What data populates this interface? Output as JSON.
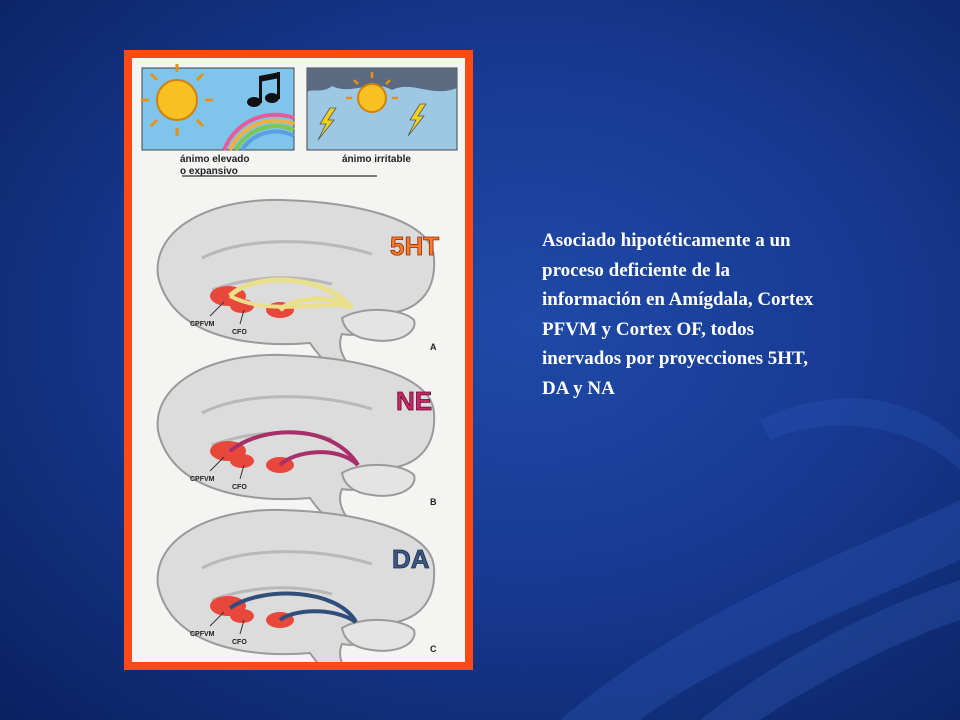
{
  "figure": {
    "panel_left_label": [
      "ánimo elevado",
      "o expansivo"
    ],
    "panel_right_label": "ánimo irritable",
    "brains": [
      {
        "neurotransmitter": "5HT",
        "letter": "A",
        "region_labels": [
          "CPFVM",
          "CFO"
        ],
        "color": "#eadf8a"
      },
      {
        "neurotransmitter": "NE",
        "letter": "B",
        "region_labels": [
          "CPFVM",
          "CFO"
        ],
        "color": "#a8306a"
      },
      {
        "neurotransmitter": "DA",
        "letter": "C",
        "region_labels": [
          "CPFVM",
          "CFO"
        ],
        "color": "#2f4f7a"
      }
    ],
    "colors": {
      "frame": "#ff4a16",
      "region_red": "#e8473c",
      "brain_fill": "#dcdcdc"
    }
  },
  "caption": {
    "lines": [
      "Asociado hipotéticamente  a un",
      "proceso deficiente de la",
      "información en Amígdala, Cortex",
      "PFVM y Cortex OF, todos",
      "inervados por proyecciones 5HT,",
      "DA y NA"
    ]
  }
}
